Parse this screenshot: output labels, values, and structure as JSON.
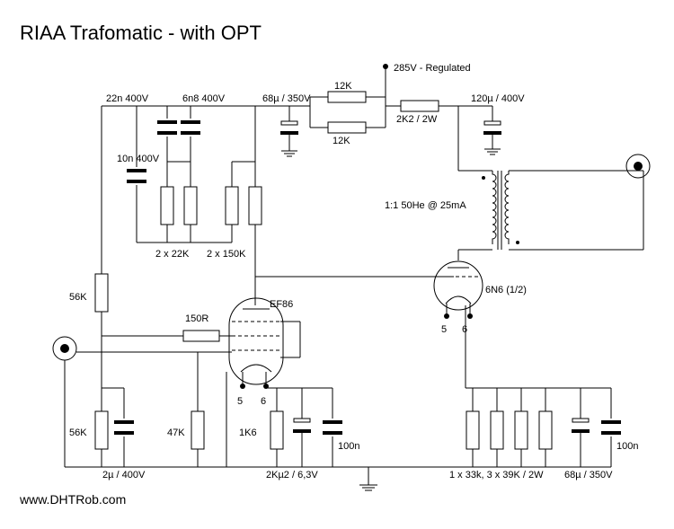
{
  "title": "RIAA Trafomatic - with OPT",
  "footer": "www.DHTRob.com",
  "labels": {
    "supply": "285V - Regulated",
    "c_22n": "22n 400V",
    "c_6n8": "6n8 400V",
    "c_10n": "10n 400V",
    "c_68u_top": "68µ / 350V",
    "r_12k_a": "12K",
    "r_12k_b": "12K",
    "r_2k2": "2K2 / 2W",
    "c_120u": "120µ / 400V",
    "r_22k": "2 x 22K",
    "r_150k": "2 x 150K",
    "transformer": "1:1 50He @ 25mA",
    "tube1": "EF86",
    "tube2": "6N6 (1/2)",
    "r_56k_top": "56K",
    "r_56k_bot": "56K",
    "r_150r": "150R",
    "r_47k": "47K",
    "r_1k6": "1K6",
    "c_2u": "2µ / 400V",
    "c_2k2u": "2Kµ2 / 6,3V",
    "c_100n_a": "100n",
    "c_100n_b": "100n",
    "r_load": "1 x 33k, 3 x 39K / 2W",
    "c_68u_bot": "68µ / 350V",
    "pin5_a": "5",
    "pin6_a": "6",
    "pin5_b": "5",
    "pin6_b": "6"
  }
}
